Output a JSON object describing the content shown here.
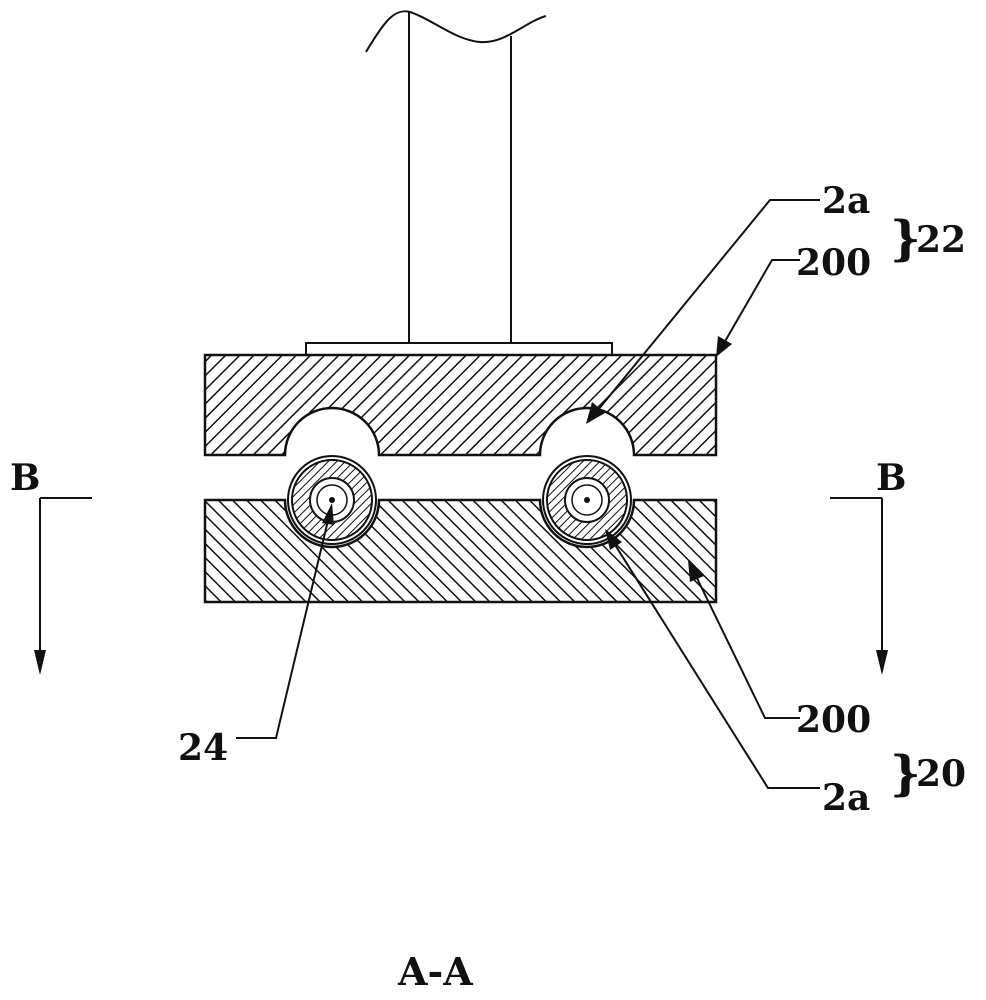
{
  "labels": {
    "upper_hole": "2a",
    "upper_plate": "200",
    "upper_group": "22",
    "lower_plate": "200",
    "lower_hole": "2a",
    "lower_group": "20",
    "fiber": "24",
    "section_left": "B",
    "section_right": "B",
    "view_title": "A-A"
  }
}
